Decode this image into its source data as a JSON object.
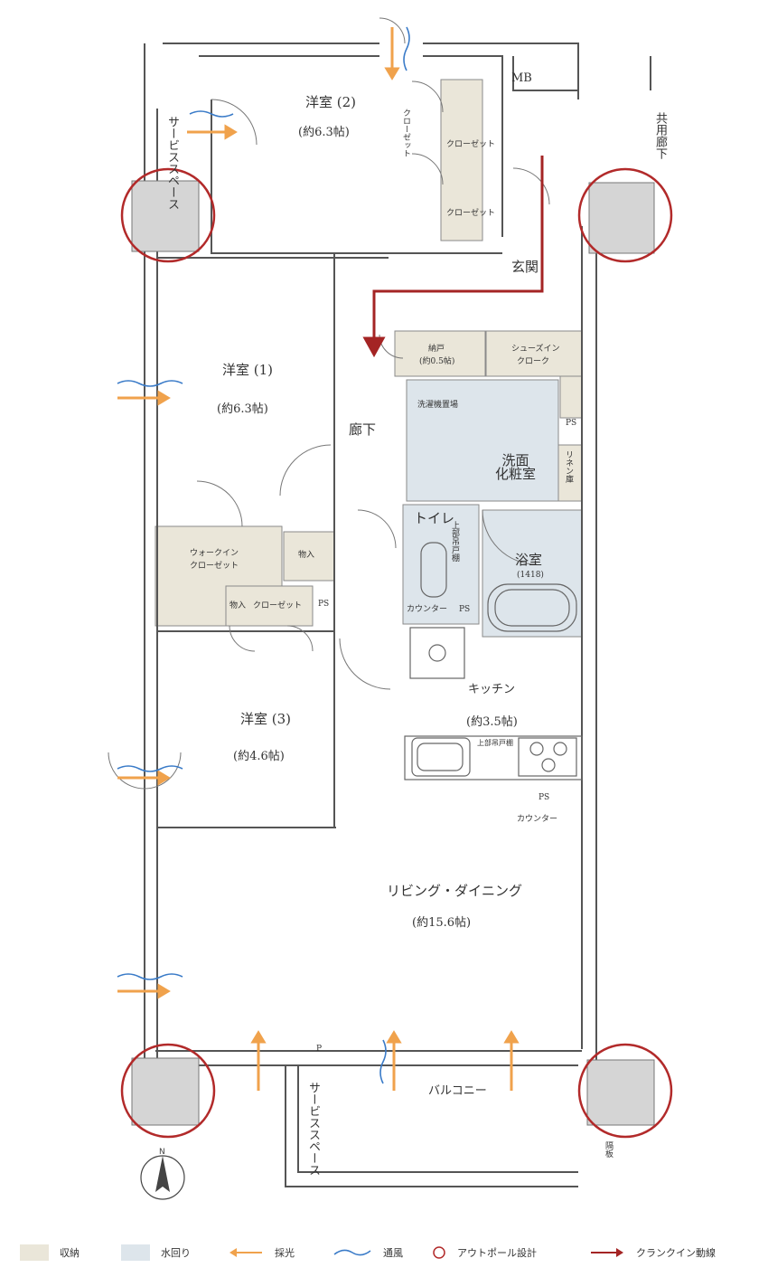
{
  "colors": {
    "storage": "#eae6d9",
    "water": "#dde5eb",
    "light_arrow": "#f0a24c",
    "wind": "#3a7bc8",
    "outpole": "#b22a2a",
    "crank_in": "#a42424",
    "wall": "#555555",
    "column": "#d5d5d5"
  },
  "rooms": {
    "western2_name": "洋室 (2)",
    "western2_size": "(約6.3帖)",
    "western1_name": "洋室 (1)",
    "western1_size": "(約6.3帖)",
    "western3_name": "洋室 (3)",
    "western3_size": "(約4.6帖)",
    "kitchen_name": "キッチン",
    "kitchen_size": "(約3.5帖)",
    "living_name": "リビング・ダイニング",
    "living_size": "(約15.6帖)",
    "entrance": "玄関",
    "hallway": "廊下",
    "toilet": "トイレ",
    "washroom": "洗面\n化粧室",
    "bath_name": "浴室",
    "bath_size": "(1418)",
    "balcony": "バルコニー"
  },
  "labels": {
    "mb": "MB",
    "common_corridor": "共用廊下",
    "service_space_top": "サービススペース",
    "service_space_bottom": "サービススペース",
    "closet_vertical": "クローゼット",
    "closet1": "クローゼット",
    "closet2": "クローゼット",
    "nando": "納戸",
    "nando_size": "(約0.5帖)",
    "shoes_in": "シューズイン",
    "shoes_closet": "クローク",
    "washing_machine": "洗濯機置場",
    "linen": "リネン庫",
    "ps1": "PS",
    "ps2": "PS",
    "ps3": "PS",
    "ps4": "PS",
    "walkin1": "ウォークイン",
    "walkin2": "クローゼット",
    "mono1": "物入",
    "mono2": "物入",
    "closet3": "クローゼット",
    "counter1": "カウンター",
    "counter2": "カウンター",
    "toilet_cabinet": "上部吊戸棚",
    "kitchen_cabinet": "上部吊戸棚",
    "p_box": "P",
    "partition": "隔板"
  },
  "legend": [
    {
      "name": "storage",
      "label": "収納"
    },
    {
      "name": "water",
      "label": "水回り"
    },
    {
      "name": "light",
      "label": "採光"
    },
    {
      "name": "wind",
      "label": "通風"
    },
    {
      "name": "outpole",
      "label": "アウトポール設計"
    },
    {
      "name": "crank",
      "label": "クランクイン動線"
    }
  ]
}
